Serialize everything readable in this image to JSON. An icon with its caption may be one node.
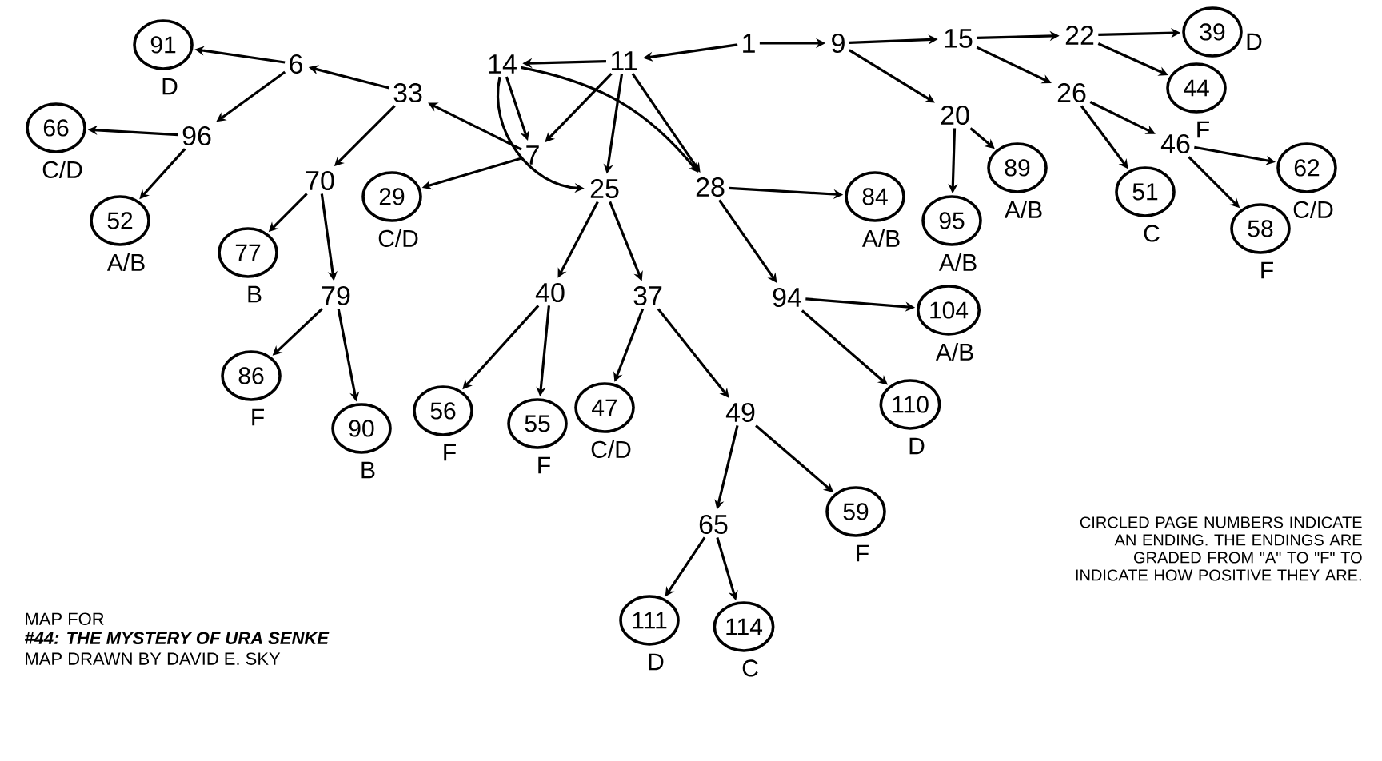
{
  "diagram": {
    "nodes": [
      {
        "text": [
          "91"
        ],
        "beside": [
          "D"
        ]
      },
      {
        "text": [
          "6"
        ]
      },
      {
        "text": [
          "14"
        ]
      },
      {
        "text": [
          "11"
        ]
      },
      {
        "text": [
          "1"
        ]
      },
      {
        "text": [
          "9"
        ]
      },
      {
        "text": [
          "15"
        ]
      },
      {
        "text": [
          "22"
        ]
      },
      {
        "text": [
          "39"
        ],
        "beside": [
          "D"
        ]
      },
      {
        "text": [
          "33"
        ]
      },
      {
        "text": [
          "7"
        ]
      },
      {
        "text": [
          "96"
        ]
      },
      {
        "text": [
          "66"
        ],
        "beside": [
          "C/D"
        ]
      },
      {
        "text": [
          "20"
        ]
      },
      {
        "text": [
          "26"
        ]
      },
      {
        "text": [
          "44"
        ],
        "beside": [
          "F"
        ]
      },
      {
        "text": [
          "46"
        ]
      },
      {
        "text": [
          "62"
        ],
        "beside": [
          "C/D"
        ]
      },
      {
        "text": [
          "70"
        ]
      },
      {
        "text": [
          "29"
        ],
        "beside": [
          "C/D"
        ]
      },
      {
        "text": [
          "25"
        ]
      },
      {
        "text": [
          "28"
        ]
      },
      {
        "text": [
          "84"
        ],
        "beside": [
          "A/B"
        ]
      },
      {
        "text": [
          "95"
        ],
        "beside": [
          "A/B"
        ]
      },
      {
        "text": [
          "89"
        ],
        "beside": [
          "A/B"
        ]
      },
      {
        "text": [
          "51"
        ],
        "beside": [
          "C"
        ]
      },
      {
        "text": [
          "58"
        ],
        "beside": [
          "F"
        ]
      },
      {
        "text": [
          "52"
        ],
        "beside": [
          "A/B"
        ]
      },
      {
        "text": [
          "77"
        ],
        "beside": [
          "B"
        ]
      },
      {
        "text": [
          "79"
        ]
      },
      {
        "text": [
          "40"
        ]
      },
      {
        "text": [
          "37"
        ]
      },
      {
        "text": [
          "94"
        ]
      },
      {
        "text": [
          "104"
        ],
        "beside": [
          "A/B"
        ]
      },
      {
        "text": [
          "86"
        ],
        "beside": [
          "F"
        ]
      },
      {
        "text": [
          "90"
        ],
        "beside": [
          "B"
        ]
      },
      {
        "text": [
          "56"
        ],
        "beside": [
          "F"
        ]
      },
      {
        "text": [
          "55"
        ],
        "beside": [
          "F"
        ]
      },
      {
        "text": [
          "47"
        ],
        "beside": [
          "C/D"
        ]
      },
      {
        "text": [
          "49"
        ]
      },
      {
        "text": [
          "110"
        ],
        "beside": [
          "D"
        ]
      },
      {
        "text": [
          "65"
        ]
      },
      {
        "text": [
          "59"
        ],
        "beside": [
          "F"
        ]
      },
      {
        "text": [
          "111"
        ],
        "beside": [
          "D"
        ]
      },
      {
        "text": [
          "114"
        ],
        "beside": [
          "C"
        ]
      }
    ],
    "edges": [
      {
        "from": 4,
        "to": 3,
        "arrow": "to"
      },
      {
        "from": 4,
        "to": 5,
        "arrow": "to"
      },
      {
        "from": 3,
        "to": 2,
        "arrow": "to"
      },
      {
        "from": 3,
        "to": 10,
        "arrow": "to"
      },
      {
        "from": 3,
        "to": 20,
        "arrow": "to"
      },
      {
        "from": 3,
        "to": 21,
        "arrow": "to"
      },
      {
        "from": 2,
        "to": 10,
        "arrow": "to"
      },
      {
        "from": 2,
        "to": 20,
        "arrow": "to"
      },
      {
        "from": 2,
        "to": 21,
        "arrow": "to"
      },
      {
        "from": 10,
        "to": 9,
        "arrow": "to"
      },
      {
        "from": 10,
        "to": 19,
        "arrow": "to"
      },
      {
        "from": 9,
        "to": 1,
        "arrow": "to"
      },
      {
        "from": 9,
        "to": 18,
        "arrow": "to"
      },
      {
        "from": 1,
        "to": 0,
        "arrow": "to"
      },
      {
        "from": 1,
        "to": 11,
        "arrow": "to"
      },
      {
        "from": 11,
        "to": 12,
        "arrow": "to"
      },
      {
        "from": 11,
        "to": 27,
        "arrow": "to"
      },
      {
        "from": 18,
        "to": 28,
        "arrow": "to"
      },
      {
        "from": 18,
        "to": 29,
        "arrow": "to"
      },
      {
        "from": 29,
        "to": 34,
        "arrow": "to"
      },
      {
        "from": 29,
        "to": 35,
        "arrow": "to"
      },
      {
        "from": 20,
        "to": 30,
        "arrow": "to"
      },
      {
        "from": 20,
        "to": 31,
        "arrow": "to"
      },
      {
        "from": 30,
        "to": 36,
        "arrow": "to"
      },
      {
        "from": 30,
        "to": 37,
        "arrow": "to"
      },
      {
        "from": 31,
        "to": 38,
        "arrow": "to"
      },
      {
        "from": 31,
        "to": 39,
        "arrow": "to"
      },
      {
        "from": 39,
        "to": 41,
        "arrow": "to"
      },
      {
        "from": 39,
        "to": 42,
        "arrow": "to"
      },
      {
        "from": 41,
        "to": 43,
        "arrow": "to"
      },
      {
        "from": 41,
        "to": 44,
        "arrow": "to"
      },
      {
        "from": 21,
        "to": 22,
        "arrow": "to"
      },
      {
        "from": 21,
        "to": 32,
        "arrow": "to"
      },
      {
        "from": 32,
        "to": 33,
        "arrow": "to"
      },
      {
        "from": 32,
        "to": 40,
        "arrow": "to"
      },
      {
        "from": 5,
        "to": 6,
        "arrow": "to"
      },
      {
        "from": 5,
        "to": 13,
        "arrow": "to"
      },
      {
        "from": 6,
        "to": 7,
        "arrow": "to"
      },
      {
        "from": 6,
        "to": 14,
        "arrow": "to"
      },
      {
        "from": 7,
        "to": 8,
        "arrow": "to"
      },
      {
        "from": 7,
        "to": 15,
        "arrow": "to"
      },
      {
        "from": 13,
        "to": 23,
        "arrow": "to"
      },
      {
        "from": 13,
        "to": 24,
        "arrow": "to"
      },
      {
        "from": 14,
        "to": 25,
        "arrow": "to"
      },
      {
        "from": 14,
        "to": 16,
        "arrow": "to"
      },
      {
        "from": 16,
        "to": 17,
        "arrow": "to"
      },
      {
        "from": 16,
        "to": 26,
        "arrow": "to"
      }
    ],
    "labels": [
      "MAP FOR",
      "#44: THE MYSTERY OF URA SENKE",
      "MAP DRAWN BY DAVID E. SKY",
      "CIRCLED PAGE NUMBERS INDICATE AN ENDING. THE ENDINGS ARE GRADED FROM \"A\" TO \"F\" TO INDICATE HOW POSITIVE THEY ARE."
    ]
  }
}
